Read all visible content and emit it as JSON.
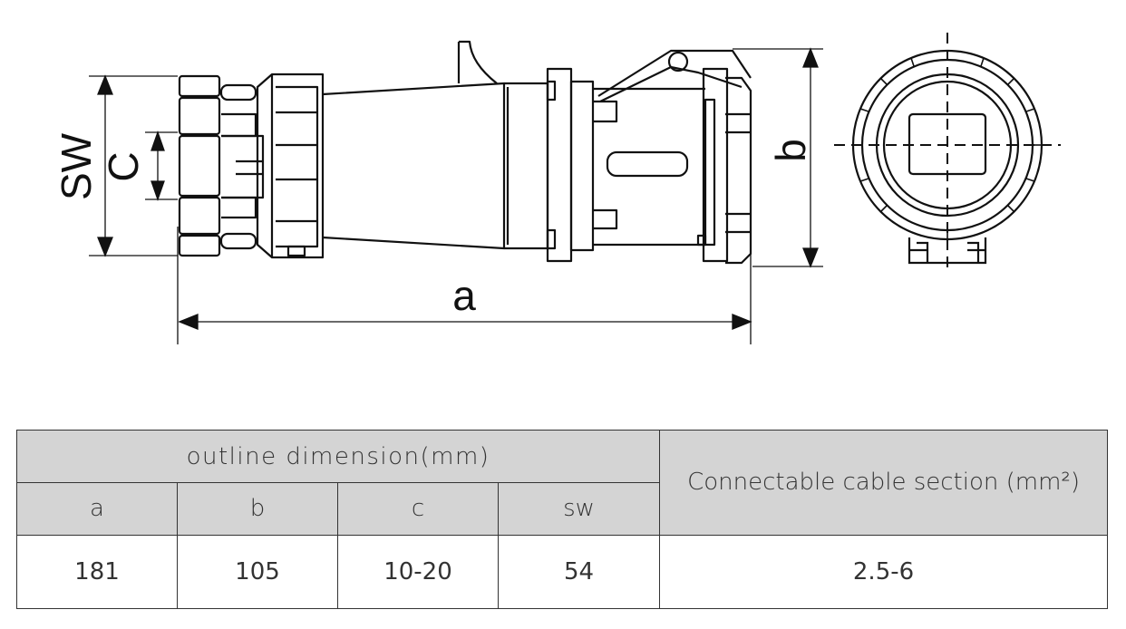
{
  "drawing": {
    "labels": {
      "sw": "SW",
      "c": "C",
      "b": "b",
      "a": "a"
    }
  },
  "table": {
    "outline_header": "outline dimension(mm)",
    "cable_header": "Connectable cable section (mm²)",
    "columns": [
      "a",
      "b",
      "c",
      "sw"
    ],
    "values": [
      "181",
      "105",
      "10-20",
      "54"
    ],
    "cable_value": "2.5-6"
  }
}
